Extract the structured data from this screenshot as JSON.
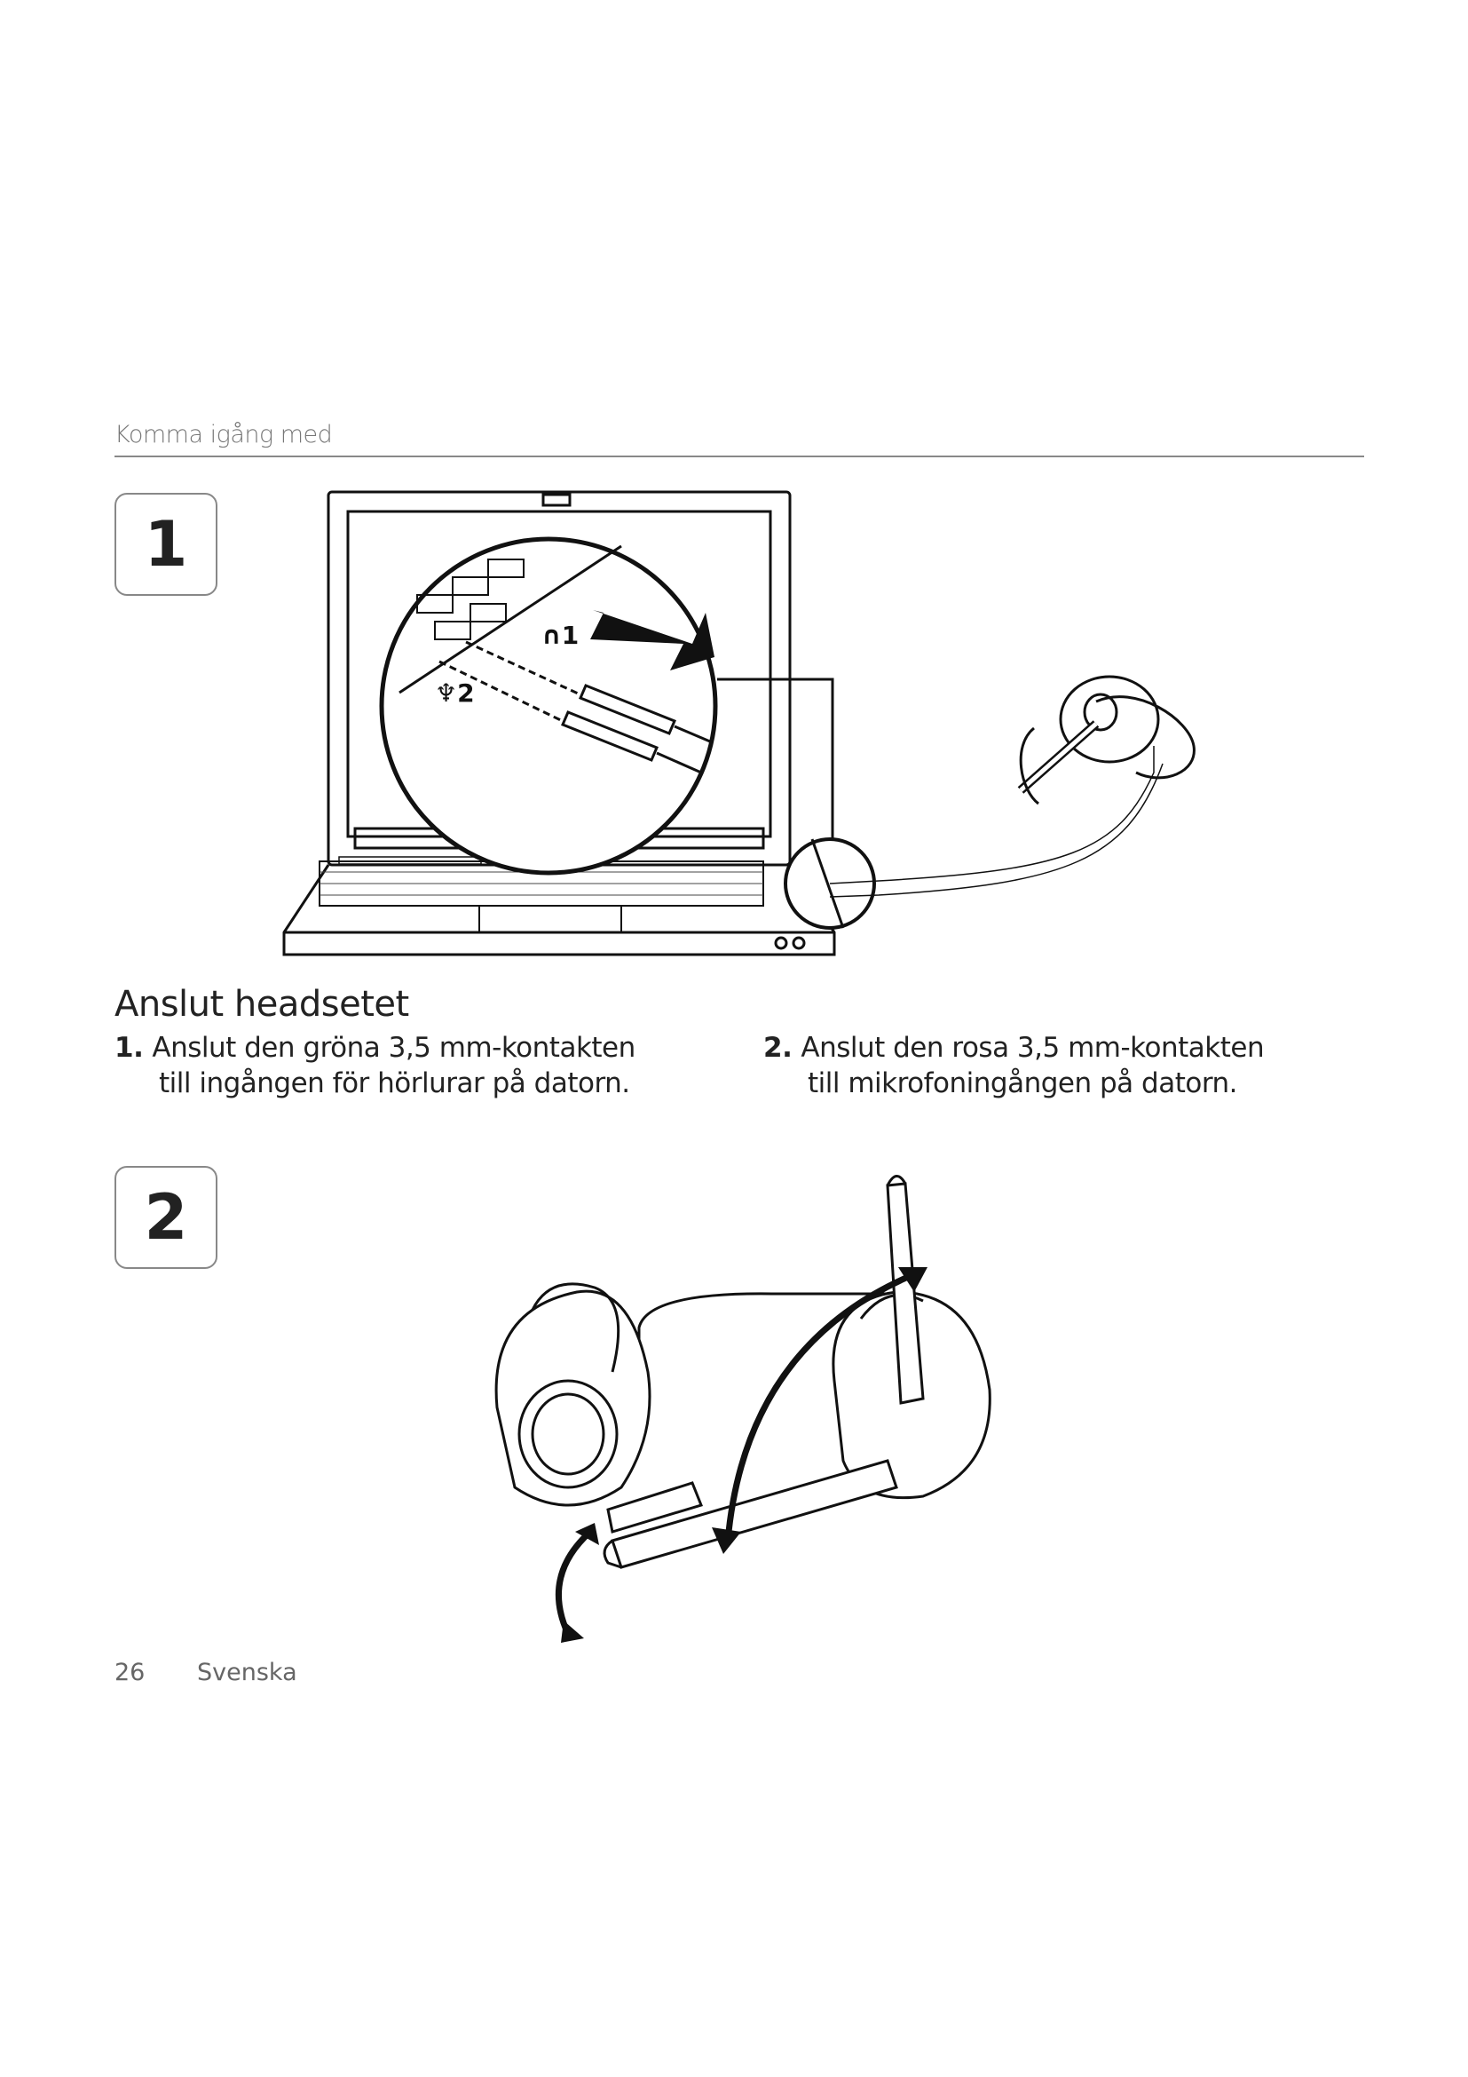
{
  "header": {
    "section_title": "Komma igång med"
  },
  "steps_boxes": [
    "1",
    "2"
  ],
  "section": {
    "title": "Anslut headsetet",
    "steps": [
      {
        "number": "1.",
        "line1": "Anslut den gröna 3,5 mm-kontakten",
        "line2": "till ingången för hörlurar på datorn."
      },
      {
        "number": "2.",
        "line1": "Anslut den rosa 3,5 mm-kontakten",
        "line2": "till mikrofoningången på datorn."
      }
    ]
  },
  "illustration": {
    "port_labels": [
      "1",
      "2"
    ],
    "port_icons": [
      "headphone-icon",
      "microphone-icon"
    ]
  },
  "footer": {
    "page_number": "26",
    "language": "Svenska"
  }
}
